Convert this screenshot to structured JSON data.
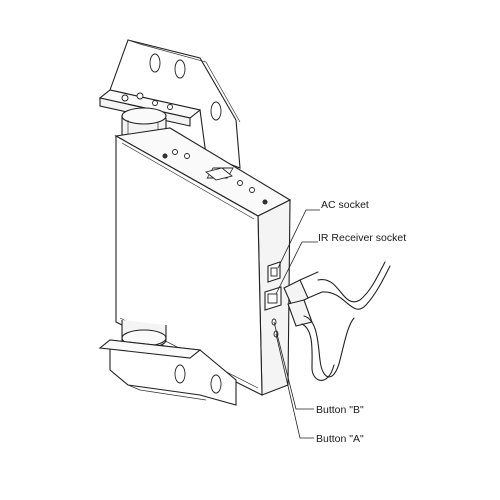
{
  "callouts": [
    {
      "id": "ac-socket",
      "label": "AC socket"
    },
    {
      "id": "ir-receiver-socket",
      "label": "IR Receiver socket"
    },
    {
      "id": "button-b",
      "label": "Button \"B\""
    },
    {
      "id": "button-a",
      "label": "Button \"A\""
    }
  ],
  "colors": {
    "line": "#222222",
    "background": "#ffffff",
    "shade": "#f4f4f4"
  }
}
